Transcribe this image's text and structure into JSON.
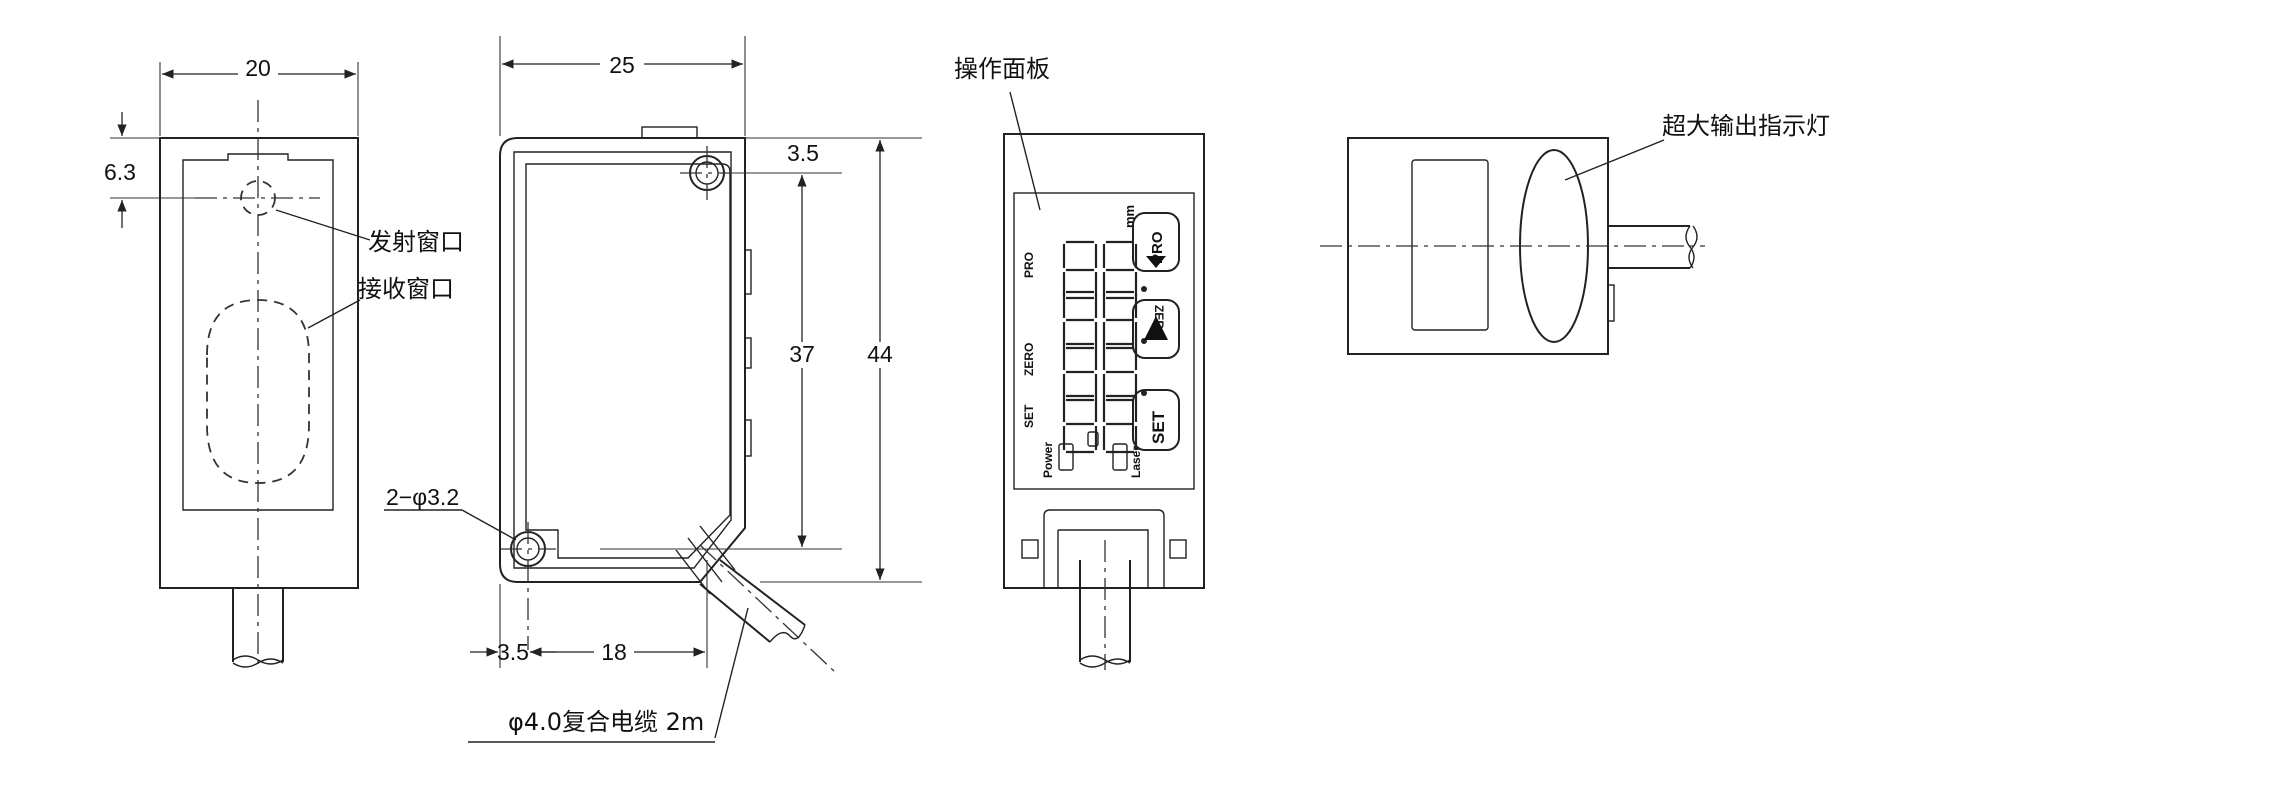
{
  "dims": {
    "front_width": "20",
    "front_emitter_offset": "6.3",
    "side_width": "25",
    "side_hole_offset": "3.5",
    "side_inner_height": "37",
    "side_height": "44",
    "hole_spec": "2−φ3.2",
    "bottom_hole_offset": "3.5",
    "bottom_hole_spacing": "18"
  },
  "labels": {
    "emitter_window": "发射窗口",
    "receiver_window": "接收窗口",
    "operation_panel": "操作面板",
    "output_indicator": "超大输出指示灯",
    "cable": "φ4.0复合电缆 2m"
  },
  "panel": {
    "unit": "mm",
    "pro": "PRO",
    "zero": "ZERO",
    "set": "SET",
    "power": "Power",
    "laser": "Laser",
    "btn_pro": "PRO",
    "btn_set": "SET"
  }
}
